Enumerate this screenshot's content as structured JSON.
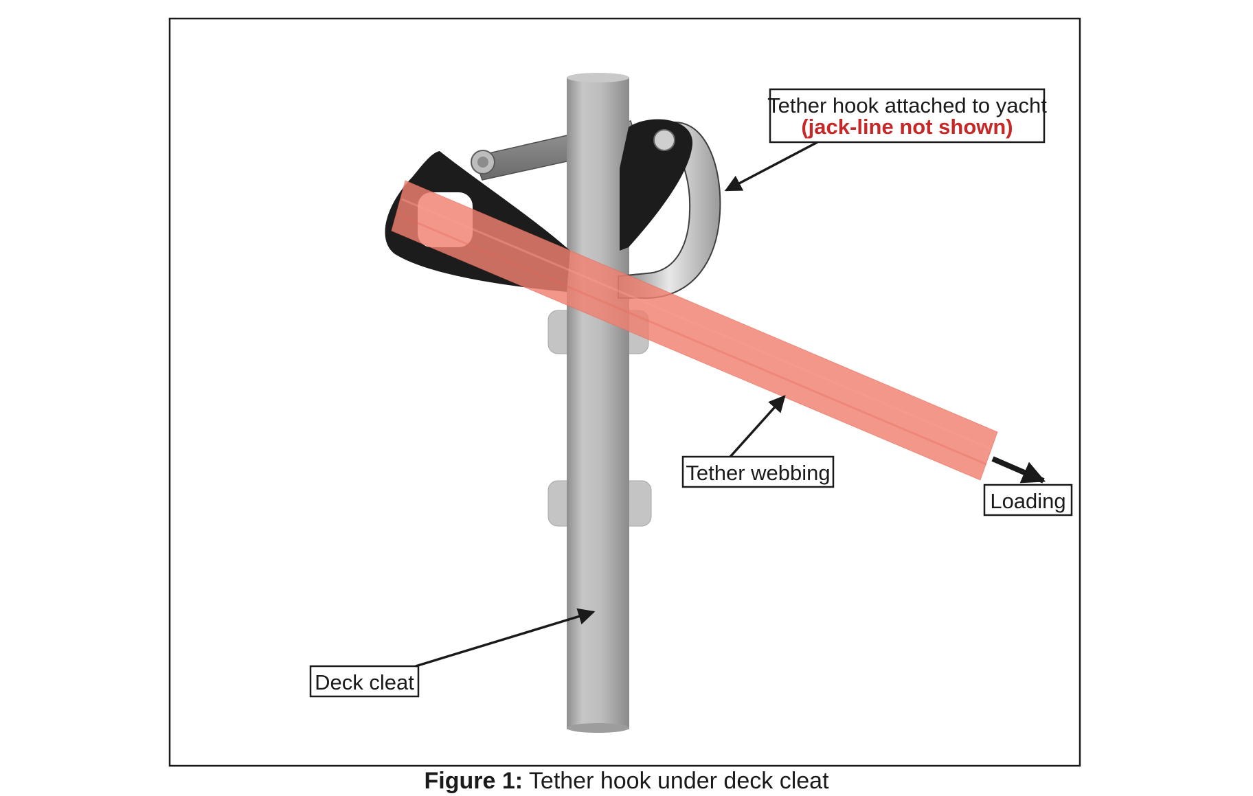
{
  "figure": {
    "caption_label": "Figure 1:",
    "caption_text": "Tether hook under deck cleat"
  },
  "callouts": {
    "tether_hook": {
      "line1": "Tether hook attached to yacht",
      "line2": "(jack-line not shown)"
    },
    "tether_webbing": "Tether webbing",
    "loading": "Loading",
    "deck_cleat": "Deck cleat"
  },
  "colors": {
    "note_red": "#c62828",
    "webbing": "#f08070",
    "hook_black": "#1c1c1c",
    "cleat_grey": "#b4b4b4"
  }
}
